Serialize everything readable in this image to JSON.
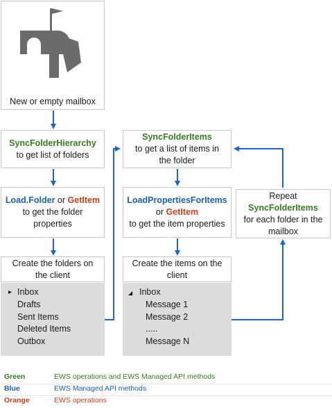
{
  "mailbox_box": {
    "label": "New or empty mailbox"
  },
  "sync_hierarchy_box": {
    "op": "SyncFolderHierarchy",
    "text": "to get list of folders"
  },
  "load_folder_box": {
    "op1": "Load.Folder",
    "connector": "or",
    "op2": "GetItem",
    "line2": "to get the folder",
    "line3": "properties"
  },
  "create_folders_box": {
    "line1": "Create the folders on",
    "line2": "the client"
  },
  "folder_tree": {
    "expand_glyph": "▸",
    "items": [
      "Inbox",
      "Drafts",
      "Sent Items",
      "Deleted Items",
      "Outbox"
    ]
  },
  "sync_items_box": {
    "op": "SyncFolderItems",
    "line2": "to get a list of items in",
    "line3": "the folder"
  },
  "load_properties_box": {
    "op1": "LoadPropertiesForItems",
    "connector": "or",
    "op2": "GetItem",
    "line3": "to get the item properties"
  },
  "create_items_box": {
    "line1": "Create the items on the",
    "line2": "client"
  },
  "item_tree": {
    "expand_glyph": "◢",
    "root": "Inbox",
    "children": [
      "Message 1",
      "Message 2",
      ".....",
      "Message N"
    ]
  },
  "repeat_box": {
    "line1": "Repeat",
    "op": "SyncFolderItems",
    "line3": "for each folder in the",
    "line4": "mailbox"
  },
  "legend": [
    {
      "key": "Green",
      "desc": "EWS operations and EWS Managed API methods",
      "color": "#3a7a24"
    },
    {
      "key": "Blue",
      "desc": "EWS Managed API methods",
      "color": "#1f5fb0"
    },
    {
      "key": "Orange",
      "desc": "EWS operations",
      "color": "#c9401d"
    }
  ],
  "colors": {
    "arrow": "#1f66c2",
    "icon": "#6b6b6b",
    "box_border": "#c8c8c8",
    "tree_bg": "#dcdcdc"
  }
}
